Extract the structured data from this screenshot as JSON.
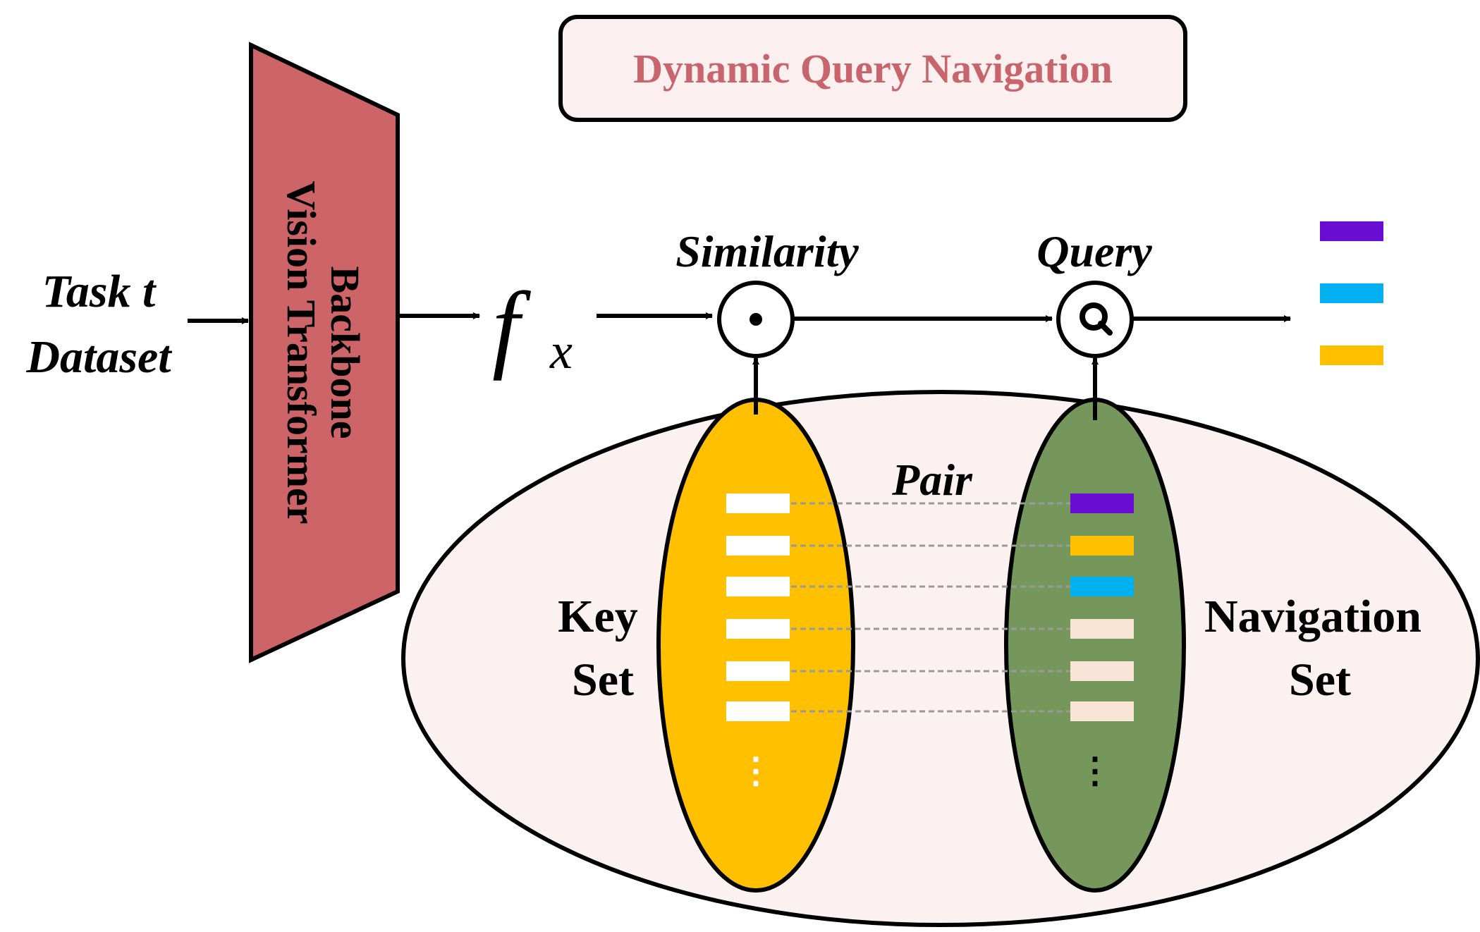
{
  "title": "Dynamic Query Navigation",
  "input_label": {
    "line1": "Task t",
    "line2": "Dataset"
  },
  "backbone": {
    "line1": "Backbone",
    "line2": "Vision Transformer"
  },
  "feature": {
    "symbol": "f",
    "subscript": "x"
  },
  "similarity_label": "Similarity",
  "query_label": "Query",
  "similarity_op_icon": "dot-product-icon",
  "query_op_icon": "query-q-icon",
  "pair_label": "Pair",
  "key_set": {
    "line1": "Key",
    "line2": "Set"
  },
  "navigation_set": {
    "line1": "Navigation",
    "line2": "Set"
  },
  "ellipsis": "⋮",
  "colors": {
    "backbone_fill": "#cd6468",
    "title_text": "#c8646b",
    "title_box_fill": "#fcefef",
    "memory_fill": "#fcf1f1",
    "key_fill": "#ffc000",
    "nav_fill": "#76975b",
    "entry_purple": "#6a0dd3",
    "entry_cyan": "#00b0f0",
    "entry_gold": "#ffc000",
    "entry_peach": "#f8e5d6",
    "key_entry": "#ffffff"
  },
  "navigation_entries": [
    "purple",
    "gold",
    "cyan",
    "peach",
    "peach",
    "peach"
  ],
  "output_entries": [
    "purple",
    "cyan",
    "gold"
  ]
}
